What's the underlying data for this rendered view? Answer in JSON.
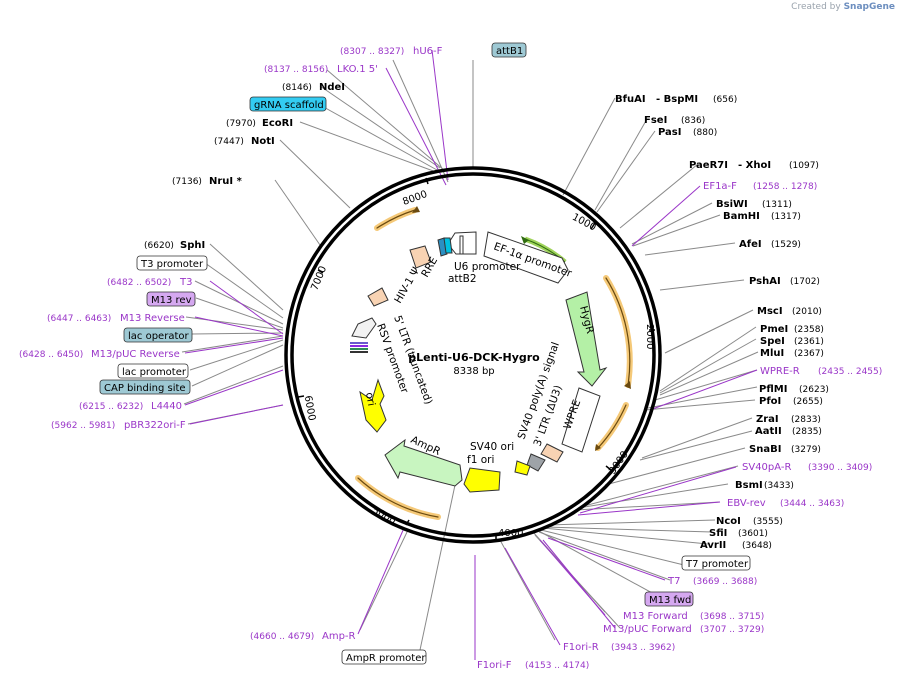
{
  "credit": {
    "prefix": "Created by",
    "brand": "SnapGene"
  },
  "plasmid": {
    "name": "pLenti-U6-DCK-Hygro",
    "length": "8338 bp"
  },
  "ticks": [
    "1000",
    "2000",
    "3000",
    "4000",
    "5000",
    "6000",
    "7000",
    "8000"
  ],
  "features": {
    "ef1a": "EF-1α promoter",
    "u6": "U6 promoter",
    "hygr": "HygR",
    "wpre": "WPRE",
    "sv40_ltr_a": "SV40 poly(A) signal",
    "sv40_ltr_b": "3' LTR (ΔU3)",
    "sv40ori": "SV40 ori",
    "f1ori": "f1 ori",
    "ampr": "AmpR",
    "ori": "ori",
    "ltr_a": "5' LTR (truncated)",
    "ltr_b": "RSV promoter",
    "hiv": "HIV-1 Ψ",
    "rre": "RRE",
    "attb2": "attB2"
  },
  "labels": {
    "hU6F": {
      "name": "hU6-F",
      "range": "(8307 .. 8327)"
    },
    "attB1": "attB1",
    "lko": {
      "name": "LKO.1 5'",
      "range": "(8137 .. 8156)"
    },
    "ndeI": {
      "name": "NdeI",
      "pos": "(8146)"
    },
    "grna": "gRNA scaffold",
    "ecoRI": {
      "name": "EcoRI",
      "pos": "(7970)"
    },
    "notI": {
      "name": "NotI",
      "pos": "(7447)"
    },
    "nruI": {
      "name": "NruI *",
      "pos": "(7136)"
    },
    "sphI": {
      "name": "SphI",
      "pos": "(6620)"
    },
    "t3prom": "T3 promoter",
    "t3": {
      "name": "T3",
      "range": "(6482 .. 6502)"
    },
    "m13rev": "M13 rev",
    "m13reverse": {
      "name": "M13 Reverse",
      "range": "(6447 .. 6463)"
    },
    "laco": "lac operator",
    "m13puc": {
      "name": "M13/pUC Reverse",
      "range": "(6428 .. 6450)"
    },
    "lacprom": "lac promoter",
    "cap": "CAP binding site",
    "l4440": {
      "name": "L4440",
      "range": "(6215 .. 6232)"
    },
    "pbr": {
      "name": "pBR322ori-F",
      "range": "(5962 .. 5981)"
    },
    "ampRprimer": {
      "name": "Amp-R",
      "range": "(4660 .. 4679)"
    },
    "amprprom": "AmpR promoter",
    "f1oriF": {
      "name": "F1ori-F",
      "range": "(4153 .. 4174)"
    },
    "f1oriR": {
      "name": "F1ori-R",
      "range": "(3943 .. 3962)"
    },
    "m13pucf": {
      "name": "M13/pUC Forward",
      "range": "(3707 .. 3729)"
    },
    "m13f": {
      "name": "M13 Forward",
      "range": "(3698 .. 3715)"
    },
    "m13fwd": "M13 fwd",
    "t7": {
      "name": "T7",
      "range": "(3669 .. 3688)"
    },
    "t7prom": "T7 promoter",
    "avrII": {
      "name": "AvrII",
      "pos": "(3648)"
    },
    "sfiI": {
      "name": "SfiI",
      "pos": "(3601)"
    },
    "ncoI": {
      "name": "NcoI",
      "pos": "(3555)"
    },
    "ebvrev": {
      "name": "EBV-rev",
      "range": "(3444 .. 3463)"
    },
    "bsmI": {
      "name": "BsmI",
      "pos": "(3433)"
    },
    "sv40pa": {
      "name": "SV40pA-R",
      "range": "(3390 .. 3409)"
    },
    "snaBI": {
      "name": "SnaBI",
      "pos": "(3279)"
    },
    "aatII": {
      "name": "AatII",
      "pos": "(2835)"
    },
    "zraI": {
      "name": "ZraI",
      "pos": "(2833)"
    },
    "pfoI": {
      "name": "PfoI",
      "pos": "(2655)"
    },
    "pflMI": {
      "name": "PflMI",
      "pos": "(2623)"
    },
    "wprer": {
      "name": "WPRE-R",
      "range": "(2435 .. 2455)"
    },
    "mluI": {
      "name": "MluI",
      "pos": "(2367)"
    },
    "speI": {
      "name": "SpeI",
      "pos": "(2361)"
    },
    "pmeI": {
      "name": "PmeI",
      "pos": "(2358)"
    },
    "mscI": {
      "name": "MscI",
      "pos": "(2010)"
    },
    "pshAI": {
      "name": "PshAI",
      "pos": "(1702)"
    },
    "afeI": {
      "name": "AfeI",
      "pos": "(1529)"
    },
    "bamHI": {
      "name": "BamHI",
      "pos": "(1317)"
    },
    "bsiWI": {
      "name": "BsiWI",
      "pos": "(1311)"
    },
    "ef1aF": {
      "name": "EF1a-F",
      "range": "(1258 .. 1278)"
    },
    "paeR7I": {
      "name": "PaeR7I",
      "name2": "- XhoI",
      "pos": "(1097)"
    },
    "pasI": {
      "name": "PasI",
      "pos": "(880)"
    },
    "fseI": {
      "name": "FseI",
      "pos": "(836)"
    },
    "bfuAI": {
      "name": "BfuAI",
      "name2": "- BspMI",
      "pos": "(656)"
    }
  }
}
